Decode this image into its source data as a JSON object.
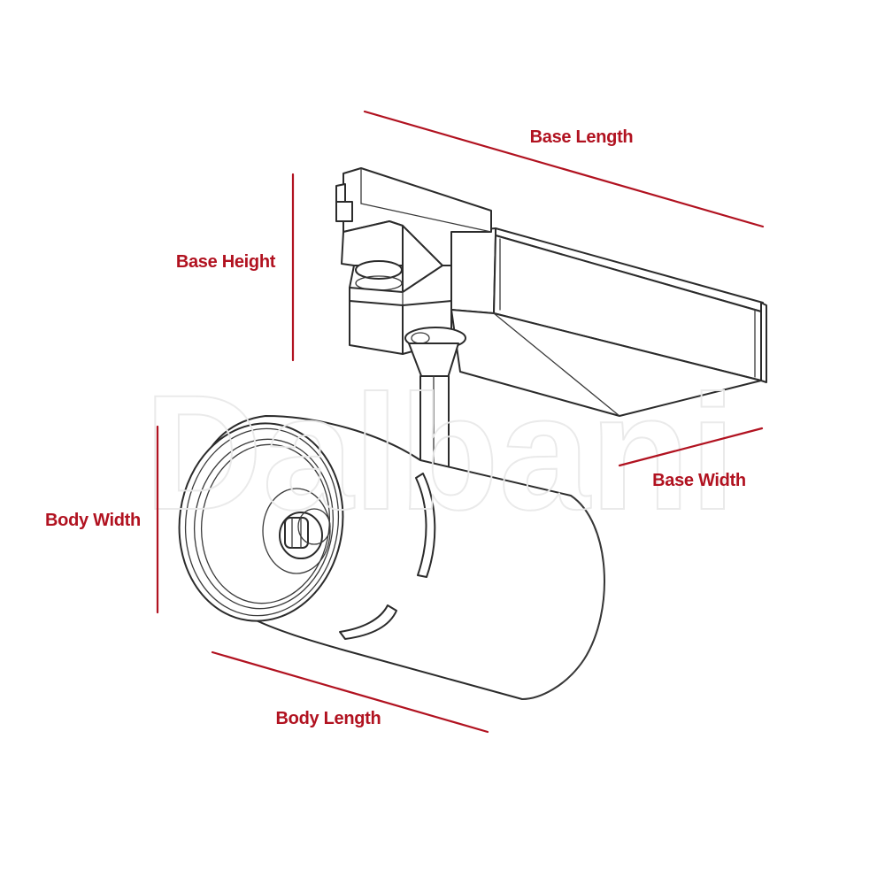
{
  "watermark": "Dalbani",
  "dimensions": {
    "base_length": "Base Length",
    "base_height": "Base Height",
    "base_width": "Base Width",
    "body_width": "Body Width",
    "body_length": "Body Length"
  },
  "colors": {
    "dimension_color": "#b11220",
    "line_color": "#2b2b2b",
    "watermark_color": "#e9e9e9"
  }
}
